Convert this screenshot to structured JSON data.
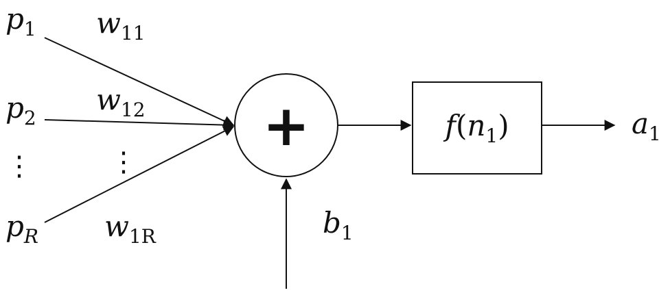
{
  "inputs": [
    {
      "base": "p",
      "sub": "1"
    },
    {
      "base": "p",
      "sub": "2"
    },
    {
      "base": "p",
      "sub": "R"
    }
  ],
  "weights": [
    {
      "base": "w",
      "sub": "11"
    },
    {
      "base": "w",
      "sub": "12"
    },
    {
      "base": "w",
      "sub": "1R"
    }
  ],
  "ellipsis": "⋮",
  "summation_symbol": "+",
  "bias": {
    "base": "b",
    "sub": "1"
  },
  "transfer": {
    "func": "f",
    "open": "(",
    "base": "n",
    "sub": "1",
    "close": ")"
  },
  "output": {
    "base": "a",
    "sub": "1"
  }
}
